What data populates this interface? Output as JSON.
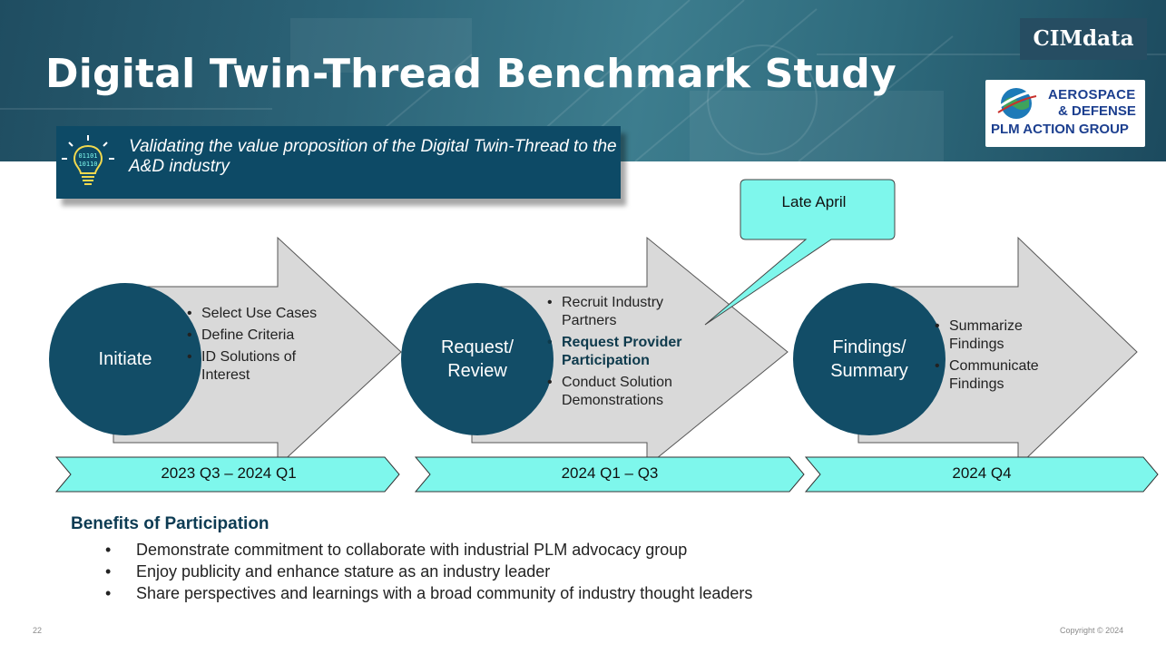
{
  "slide": {
    "title": "Digital Twin-Thread Benchmark Study",
    "subtitle": "Validating the value proposition of the Digital Twin-Thread to the A&D industry",
    "logos": {
      "cimdata": "CIMdata",
      "ad_line1": "AEROSPACE",
      "ad_line2": "& DEFENSE",
      "ad_line3": "PLM ACTION GROUP"
    },
    "callout": "Late April",
    "phases": [
      {
        "name": "Initiate",
        "bullets": [
          "Select Use Cases",
          "Define Criteria",
          "ID Solutions of Interest"
        ],
        "timeline": "2023 Q3 – 2024 Q1"
      },
      {
        "name_line1": "Request/",
        "name_line2": "Review",
        "bullets": [
          "Recruit Industry Partners",
          "Request Provider Participation",
          "Conduct Solution Demonstrations"
        ],
        "timeline": "2024 Q1 – Q3"
      },
      {
        "name_line1": "Findings/",
        "name_line2": "Summary",
        "bullets": [
          "Summarize Findings",
          "Communicate Findings"
        ],
        "timeline": "2024 Q4"
      }
    ],
    "benefits": {
      "heading": "Benefits of Participation",
      "items": [
        "Demonstrate commitment to collaborate with industrial PLM advocacy group",
        "Enjoy publicity and enhance stature as an industry leader",
        "Share perspectives and learnings with a broad community of industry thought leaders"
      ]
    },
    "page_number": "22",
    "copyright": "Copyright © 2024",
    "colors": {
      "header": "#2c6478",
      "circle": "#124d67",
      "arrow": "#d9d9d9",
      "timeline": "#7ef7ec"
    }
  }
}
